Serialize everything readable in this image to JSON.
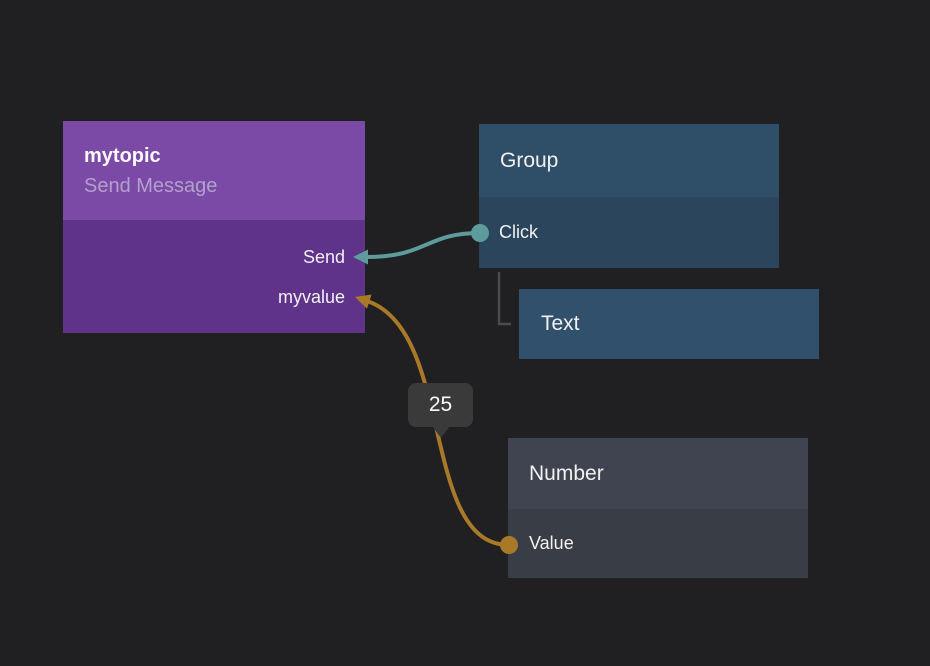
{
  "canvas": {
    "background_color": "#201f21"
  },
  "nodes": {
    "mytopic": {
      "title": "mytopic",
      "subtitle": "Send Message",
      "header_color": "#7b4aa6",
      "body_color": "#5e3389",
      "subtitle_color": "#b3a0cd",
      "ports": [
        {
          "label": "Send",
          "direction": "input"
        },
        {
          "label": "myvalue",
          "direction": "input"
        }
      ]
    },
    "group": {
      "title": "Group",
      "header_color": "#2f4e67",
      "body_color": "#2b455c",
      "ports": [
        {
          "label": "Click",
          "direction": "output"
        }
      ]
    },
    "text": {
      "title": "Text",
      "body_color": "#31506c"
    },
    "number": {
      "title": "Number",
      "header_color": "#3f4450",
      "body_color": "#393d46",
      "ports": [
        {
          "label": "Value",
          "direction": "output"
        }
      ]
    }
  },
  "wires": [
    {
      "name": "group-click-to-mytopic-send",
      "color": "#5d9b9c"
    },
    {
      "name": "number-value-to-mytopic-myvalue",
      "color": "#a87a28",
      "badge": "25"
    }
  ],
  "connector": {
    "name": "group-to-text-hierarchy",
    "color": "#4b4b4b"
  },
  "badge": {
    "value": "25",
    "background": "#3a3a3a"
  }
}
